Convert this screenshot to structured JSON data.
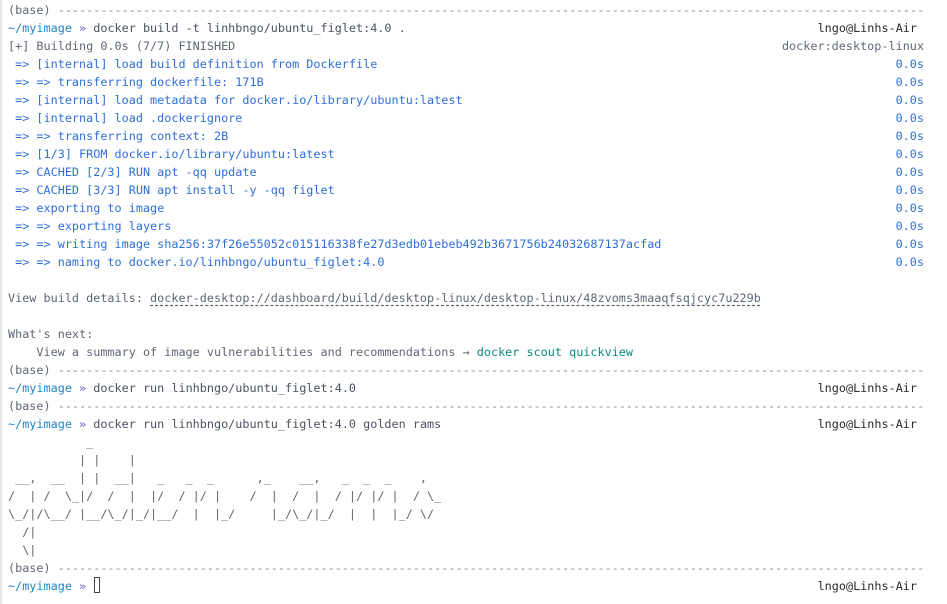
{
  "separator": "-------------------------------------------------------------------------------------------------------------------------------------------",
  "prompt": {
    "env": "(base) ",
    "path": "~/myimage",
    "arrow": " » ",
    "host": "lngo@Linhs-Air"
  },
  "build": {
    "command": "docker build -t linhbngo/ubuntu_figlet:4.0 .",
    "status": "[+] Building 0.0s (7/7) FINISHED",
    "context": "docker:desktop-linux",
    "steps": [
      {
        "text": " => [internal] load build definition from Dockerfile",
        "time": "0.0s"
      },
      {
        "text": " => => transferring dockerfile: 171B",
        "time": "0.0s"
      },
      {
        "text": " => [internal] load metadata for docker.io/library/ubuntu:latest",
        "time": "0.0s"
      },
      {
        "text": " => [internal] load .dockerignore",
        "time": "0.0s"
      },
      {
        "text": " => => transferring context: 2B",
        "time": "0.0s"
      },
      {
        "text": " => [1/3] FROM docker.io/library/ubuntu:latest",
        "time": "0.0s"
      },
      {
        "text": " => CACHED [2/3] RUN apt -qq update",
        "time": "0.0s"
      },
      {
        "text": " => CACHED [3/3] RUN apt install -y -qq figlet",
        "time": "0.0s"
      },
      {
        "text": " => exporting to image",
        "time": "0.0s"
      },
      {
        "text": " => => exporting layers",
        "time": "0.0s"
      },
      {
        "text": " => => writing image sha256:37f26e55052c015116338fe27d3edb01ebeb492b3671756b24032687137acfad",
        "time": "0.0s"
      },
      {
        "text": " => => naming to docker.io/linhbngo/ubuntu_figlet:4.0",
        "time": "0.0s"
      }
    ],
    "details_label": "View build details: ",
    "details_link": "docker-desktop://dashboard/build/desktop-linux/desktop-linux/48zvoms3maaqfsqjcyc7u229b",
    "next_label": "What's next:",
    "next_text": "    View a summary of image vulnerabilities and recommendations → ",
    "next_command": "docker scout quickview"
  },
  "run1": {
    "command": "docker run linhbngo/ubuntu_figlet:4.0"
  },
  "run2": {
    "command": "docker run linhbngo/ubuntu_figlet:4.0 golden rams",
    "output": [
      "           _",
      "          | |    |",
      " __,  __  | |  __|   _   _  _      ,_    __,   _  _  _    ,",
      "/  | /  \\_|/  /  |  |/  / |/ |    /  |  /  |  / |/ |/ |  / \\_",
      "\\_/|/\\__/ |__/\\_/|_/|__/  |  |_/     |_/\\_/|_/  |  |  |_/ \\/",
      "  /|",
      "  \\|"
    ]
  },
  "colors": {
    "path": "#1f86c6",
    "steps": "#2f6fd8",
    "text": "#5f6775",
    "teal": "#0a8a82",
    "arrow": "#6a60c8"
  }
}
